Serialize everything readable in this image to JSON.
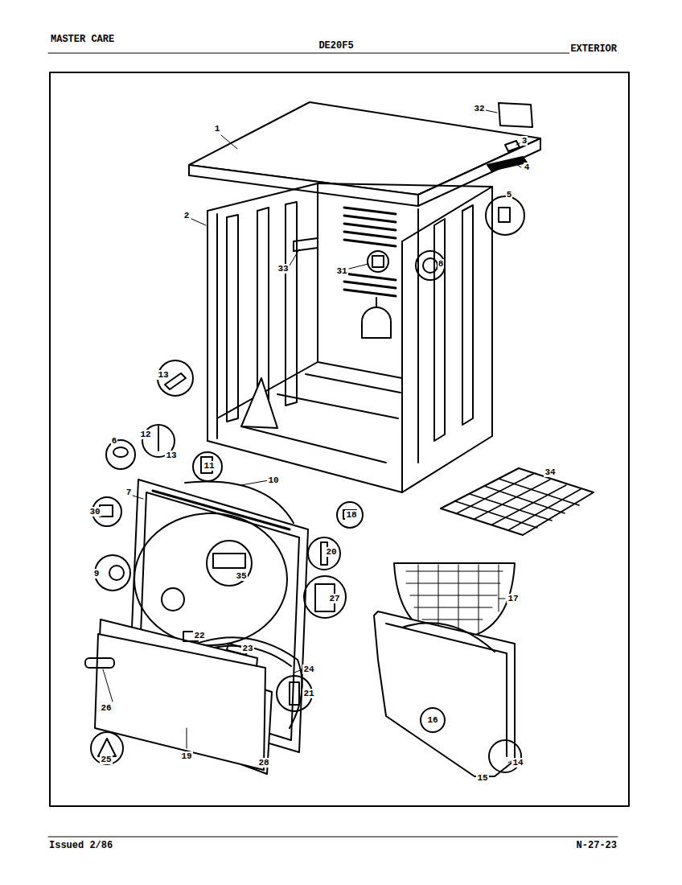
{
  "diagram": {
    "labels": [
      "MASTER CARE",
      "DE20F5",
      "EXTERIOR",
      "1",
      "2",
      "3",
      "4",
      "5",
      "32",
      "33",
      "31",
      "8",
      "13",
      "6",
      "12",
      "13",
      "11",
      "10",
      "7",
      "30",
      "9",
      "35",
      "18",
      "20",
      "27",
      "24",
      "22",
      "23",
      "26",
      "21",
      "28",
      "25",
      "19",
      "34",
      "17",
      "16",
      "14",
      "15",
      "Issued 2/86",
      "N-27-23"
    ]
  }
}
